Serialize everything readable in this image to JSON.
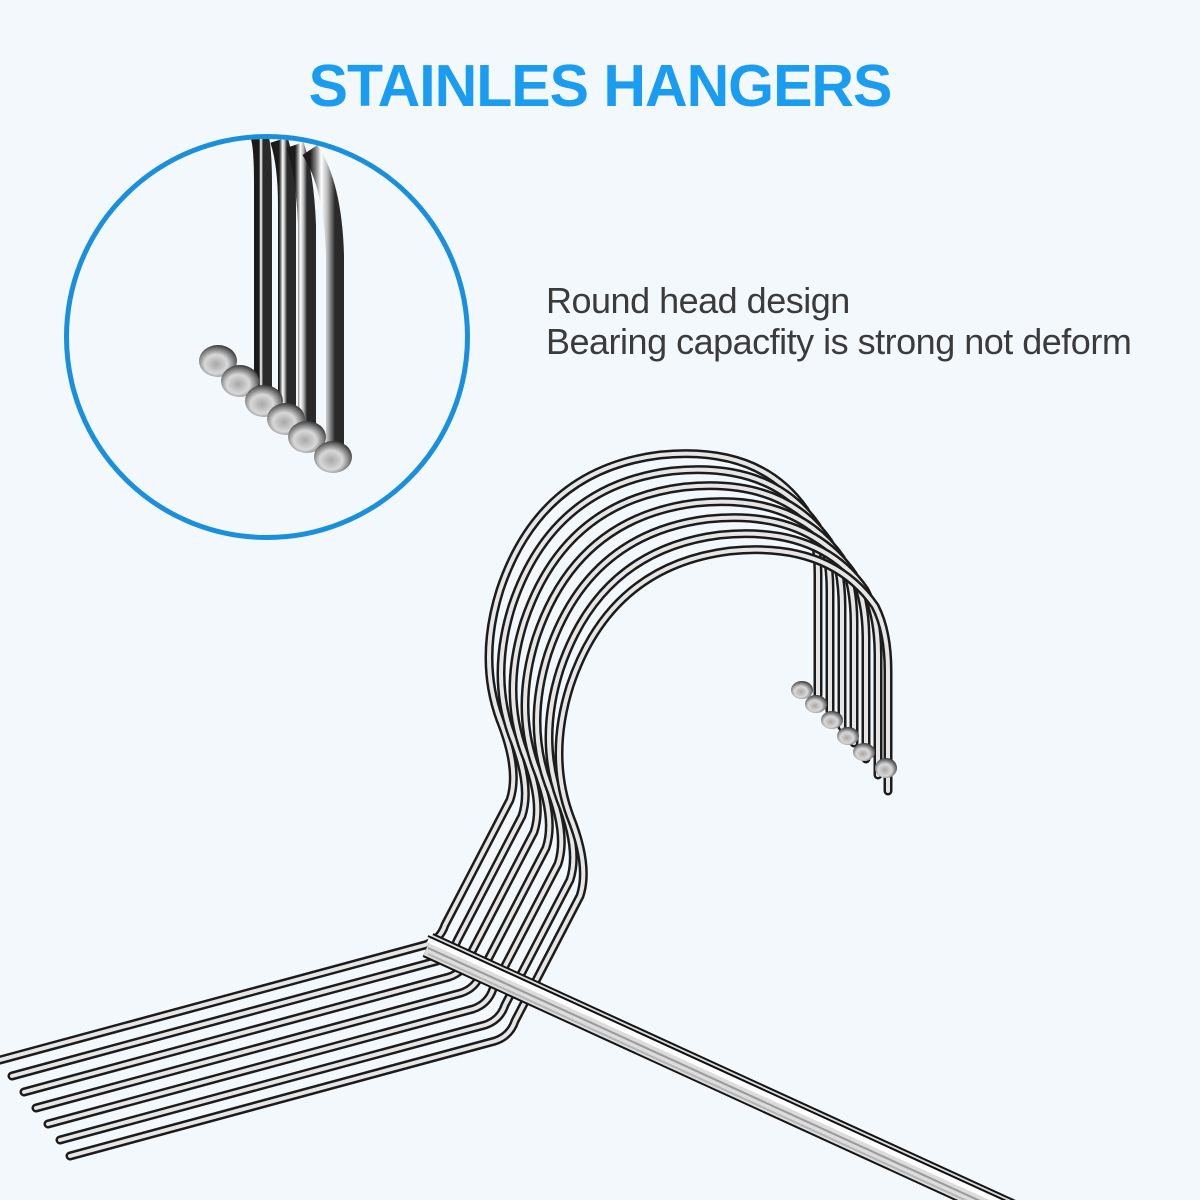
{
  "header": {
    "title": "STAINLES HANGERS"
  },
  "features": {
    "line1": "Round head design",
    "line2": "Bearing capacfity is strong not deform"
  },
  "colors": {
    "title_blue": "#1a9cf0",
    "circle_border": "#1a90dc",
    "background": "#f3f8fd",
    "body_text": "#3b3b3b"
  },
  "images": {
    "detail_callout": "round-head-closeup",
    "main_product": "stacked-stainless-wire-hangers"
  }
}
